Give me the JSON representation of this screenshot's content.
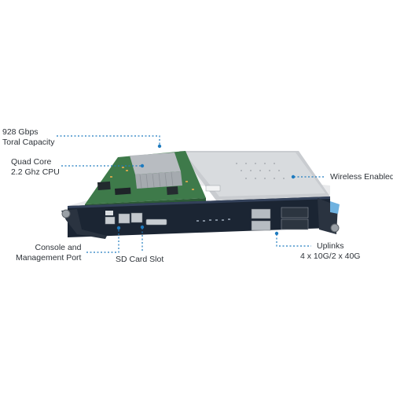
{
  "callouts": {
    "capacity": {
      "line1": "928 Gbps",
      "line2": "Toral Capacity"
    },
    "cpu": {
      "line1": "Quad Core",
      "line2": "2.2 Ghz CPU"
    },
    "wireless": {
      "line1": "Wireless Enabled"
    },
    "console": {
      "line1": "Console and",
      "line2": "Management Port"
    },
    "sdcard": {
      "line1": "SD Card Slot"
    },
    "uplinks": {
      "line1": "Uplinks",
      "line2": "4 x 10G/2 x 40G"
    }
  },
  "colors": {
    "callout_line": "#1f7bbf",
    "faceplate": "#1b2533",
    "chassis": "#d6d9dc",
    "pcb": "#3e7a4a",
    "text": "#2d3238"
  },
  "icons": {
    "supervisor_module": "module-illustration",
    "callout_dot": "callout-dot"
  }
}
